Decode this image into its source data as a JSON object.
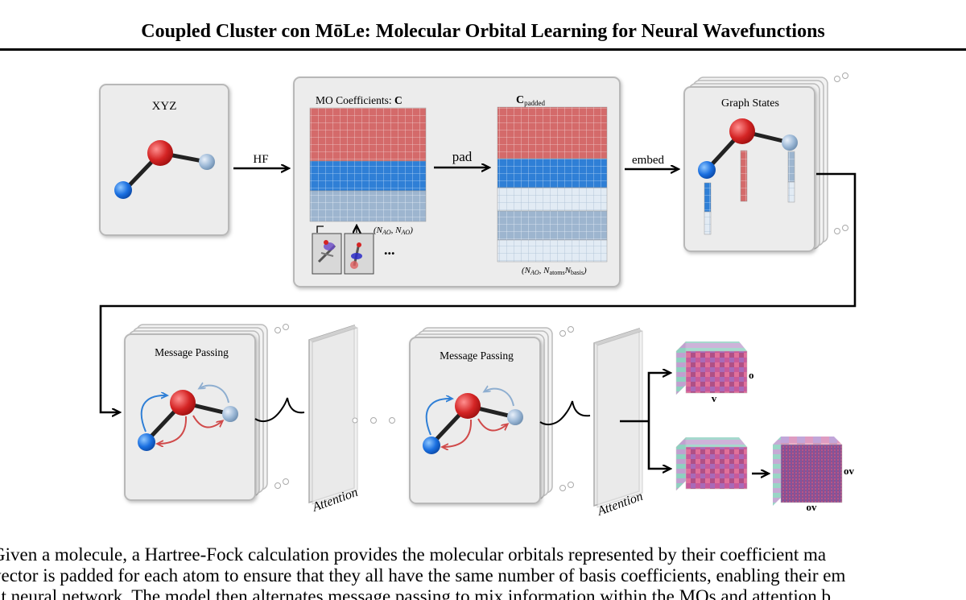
{
  "header": {
    "title": "Coupled Cluster con MōLe: Molecular Orbital Learning for Neural Wavefunctions"
  },
  "figure": {
    "xyz_panel": {
      "title": "XYZ"
    },
    "arrows": {
      "hf": "HF",
      "pad": "pad",
      "embed": "embed"
    },
    "mo_panel": {
      "coeff_title": "MO Coefficients: ",
      "coeff_symbol": "C",
      "coeff_shape": "(N",
      "coeff_shape_sub1": "AO",
      "coeff_shape_mid": ", N",
      "coeff_shape_sub2": "AO",
      "coeff_shape_end": ")",
      "ellipsis": "...",
      "padded_symbol": "C",
      "padded_sub": "padded",
      "padded_shape_a": "(N",
      "padded_shape_sub1": "AO",
      "padded_shape_b": ", N",
      "padded_shape_sub2": "atoms",
      "padded_shape_c": "N",
      "padded_shape_sub3": "basis",
      "padded_shape_d": ")"
    },
    "graph_panel": {
      "title": "Graph States"
    },
    "message_passing": {
      "title_1": "Message Passing",
      "title_2": "Message Passing"
    },
    "attention": {
      "label_1": "Attention",
      "label_2": "Attention"
    },
    "outputs": {
      "o": "o",
      "v": "v",
      "ov_right": "ov",
      "ov_bottom": "ov"
    },
    "colors": {
      "red": "#d46a6a",
      "blue": "#2f7fd6",
      "steel": "#9db5cf",
      "pale": "#dfe9f2",
      "panel": "#ececec"
    }
  },
  "caption": {
    "line1": "Given a molecule, a Hartree-Fock calculation provides the molecular orbitals represented by their coefficient ma",
    "line2": "vector is padded for each atom to ensure that they all have the same number of basis coefficients, enabling their em",
    "line3": "nt neural network. The model then alternates message passing to mix information within the MOs and attention b"
  }
}
